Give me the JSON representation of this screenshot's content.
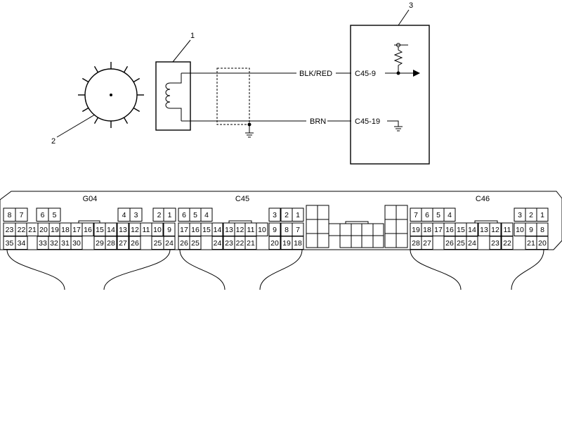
{
  "schematic": {
    "callouts": [
      "1",
      "2",
      "3"
    ],
    "wires": [
      {
        "color": "BLK/RED",
        "terminal": "C45-9"
      },
      {
        "color": "BRN",
        "terminal": "C45-19"
      }
    ]
  },
  "connectors": {
    "names": [
      "G04",
      "C45",
      "C46"
    ],
    "g04": {
      "top": [
        "8",
        "7",
        "6",
        "5",
        "4",
        "3",
        "2",
        "1"
      ],
      "mid": [
        "23",
        "22",
        "21",
        "20",
        "19",
        "18",
        "17",
        "16",
        "15",
        "14",
        "13",
        "12",
        "11",
        "10",
        "9"
      ],
      "bot": [
        "35",
        "34",
        "33",
        "32",
        "31",
        "30",
        "29",
        "28",
        "27",
        "26",
        "25",
        "24"
      ]
    },
    "c45": {
      "top": [
        "6",
        "5",
        "4",
        "3",
        "2",
        "1"
      ],
      "mid": [
        "17",
        "16",
        "15",
        "14",
        "13",
        "12",
        "11",
        "10",
        "9",
        "8",
        "7"
      ],
      "bot": [
        "26",
        "25",
        "24",
        "23",
        "22",
        "21",
        "20",
        "19",
        "18"
      ]
    },
    "c46": {
      "top": [
        "7",
        "6",
        "5",
        "4",
        "3",
        "2",
        "1"
      ],
      "mid": [
        "19",
        "18",
        "17",
        "16",
        "15",
        "14",
        "13",
        "12",
        "11",
        "10",
        "9",
        "8"
      ],
      "bot": [
        "28",
        "27",
        "26",
        "25",
        "24",
        "23",
        "22",
        "21",
        "20"
      ]
    }
  }
}
